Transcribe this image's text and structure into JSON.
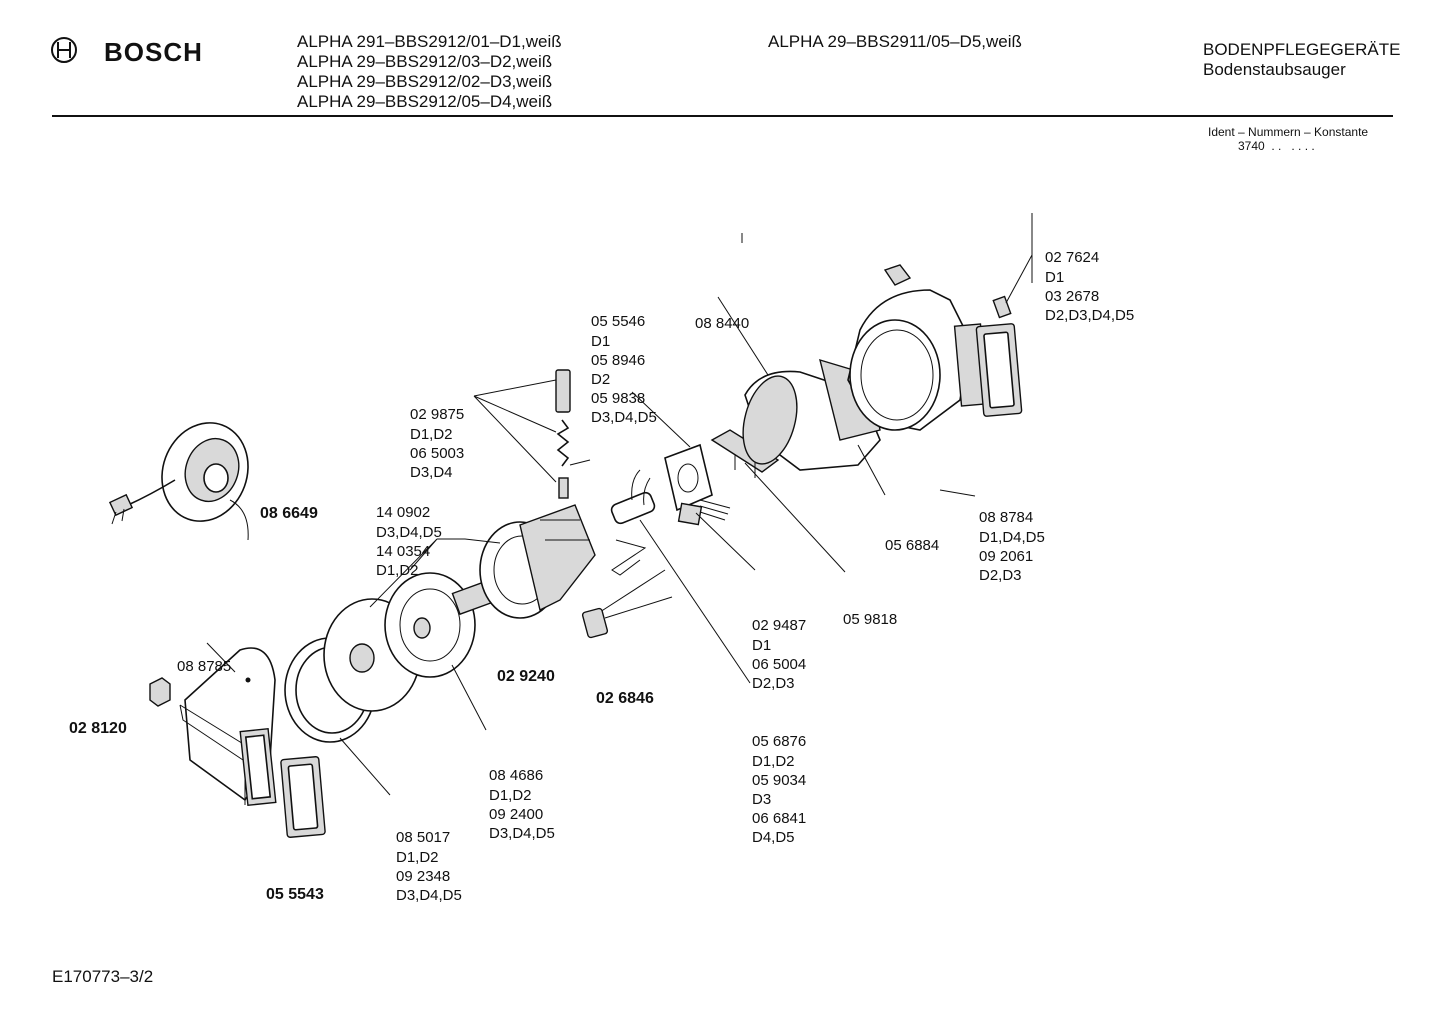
{
  "header": {
    "brand": "BOSCH",
    "models_left": [
      "ALPHA 291–BBS2912/01–D1,weiß",
      "ALPHA 29–BBS2912/03–D2,weiß",
      "ALPHA 29–BBS2912/02–D3,weiß",
      "ALPHA 29–BBS2912/05–D4,weiß"
    ],
    "model_middle": "ALPHA 29–BBS2911/05–D5,weiß",
    "category": "BODENPFLEGEGERÄTE",
    "subcategory": "Bodenstaubsauger",
    "ident_label": "Ident – Nummern – Konstante",
    "ident_value": "3740  . .   . . . ."
  },
  "footer": {
    "doc_id": "E170773–3/2"
  },
  "parts": [
    {
      "id": "p027624",
      "lines": [
        "02 7624",
        "D1",
        "03 2678",
        "D2,D3,D4,D5"
      ],
      "bold": false
    },
    {
      "id": "p055546",
      "lines": [
        "05 5546",
        "D1",
        "05 8946",
        "D2",
        "05 9838",
        "D3,D4,D5"
      ],
      "bold": false
    },
    {
      "id": "p088440",
      "lines": [
        "08 8440"
      ],
      "bold": false
    },
    {
      "id": "p029875",
      "lines": [
        "02 9875",
        "D1,D2",
        "06 5003",
        "D3,D4"
      ],
      "bold": false
    },
    {
      "id": "p086649",
      "lines": [
        "08 6649"
      ],
      "bold": true
    },
    {
      "id": "p140902",
      "lines": [
        "14 0902",
        "D3,D4,D5",
        "14 0354",
        "D1,D2"
      ],
      "bold": false
    },
    {
      "id": "p088784",
      "lines": [
        "08 8784",
        "D1,D4,D5",
        "09 2061",
        "D2,D3"
      ],
      "bold": false
    },
    {
      "id": "p056884",
      "lines": [
        "05 6884"
      ],
      "bold": false
    },
    {
      "id": "p059818",
      "lines": [
        "05 9818"
      ],
      "bold": false
    },
    {
      "id": "p029487",
      "lines": [
        "02 9487",
        "D1",
        "06 5004",
        "D2,D3"
      ],
      "bold": false
    },
    {
      "id": "p029240",
      "lines": [
        "02 9240"
      ],
      "bold": true
    },
    {
      "id": "p026846",
      "lines": [
        "02 6846"
      ],
      "bold": true
    },
    {
      "id": "p088785",
      "lines": [
        "08 8785"
      ],
      "bold": false
    },
    {
      "id": "p028120",
      "lines": [
        "02 8120"
      ],
      "bold": true
    },
    {
      "id": "p084686",
      "lines": [
        "08 4686",
        "D1,D2",
        "09 2400",
        "D3,D4,D5"
      ],
      "bold": false
    },
    {
      "id": "p056876",
      "lines": [
        "05 6876",
        "D1,D2",
        "05 9034",
        "D3",
        "06 6841",
        "D4,D5"
      ],
      "bold": false
    },
    {
      "id": "p085017",
      "lines": [
        "08 5017",
        "D1,D2",
        "09 2348",
        "D3,D4,D5"
      ],
      "bold": false
    },
    {
      "id": "p055543",
      "lines": [
        "05 5543"
      ],
      "bold": true
    }
  ]
}
